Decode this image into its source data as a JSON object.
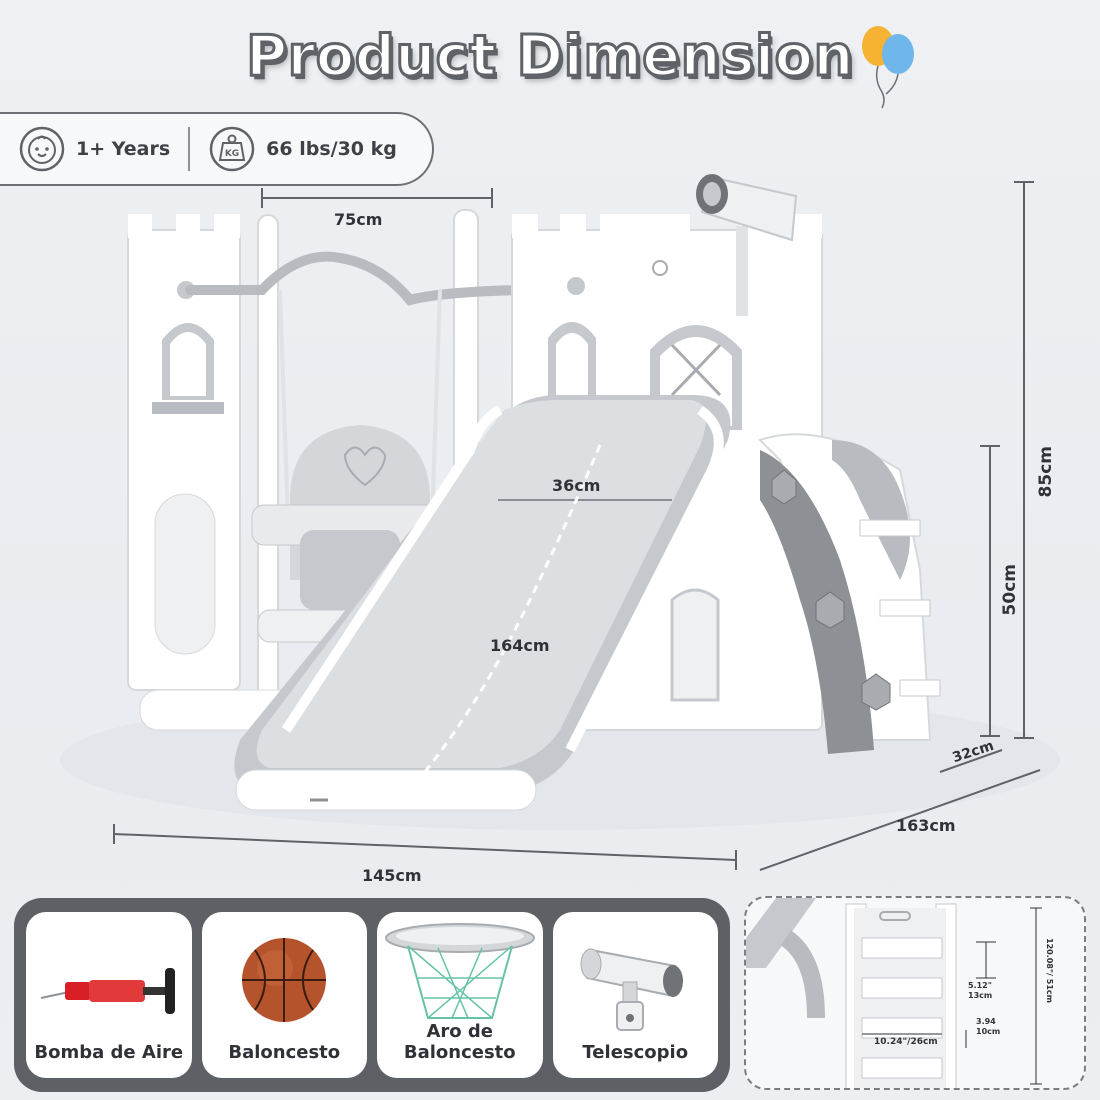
{
  "title": "Product Dimension",
  "badges": {
    "age": {
      "icon": "baby-face-icon",
      "label": "1+ Years"
    },
    "weight": {
      "icon": "kg-weight-icon",
      "label": "66 lbs/30 kg"
    }
  },
  "dimensions": {
    "swing_width": "75cm",
    "slide_width": "36cm",
    "slide_length": "164cm",
    "total_height": "85cm",
    "platform_height": "50cm",
    "depth": "32cm",
    "side_length": "163cm",
    "front_length": "145cm"
  },
  "accessories": [
    {
      "icon": "air-pump-icon",
      "label": "Bomba de Aire"
    },
    {
      "icon": "basketball-icon",
      "label": "Baloncesto"
    },
    {
      "icon": "basketball-hoop-icon",
      "label": "Aro de Baloncesto"
    },
    {
      "icon": "telescope-icon",
      "label": "Telescopio"
    }
  ],
  "detail": {
    "step_height_in": "5.12\"",
    "step_height_cm": "13cm",
    "ladder_height": "120.08\"/ 51cm",
    "step_width": "10.24\"/26cm",
    "step_gap_in": "3.94",
    "step_gap_cm": "10cm"
  },
  "colors": {
    "white": "#ffffff",
    "frame_gray": "#b8bcc0",
    "dark_gray": "#6f7378",
    "ball_orange": "#b5532c",
    "pump_red": "#d91f26"
  }
}
